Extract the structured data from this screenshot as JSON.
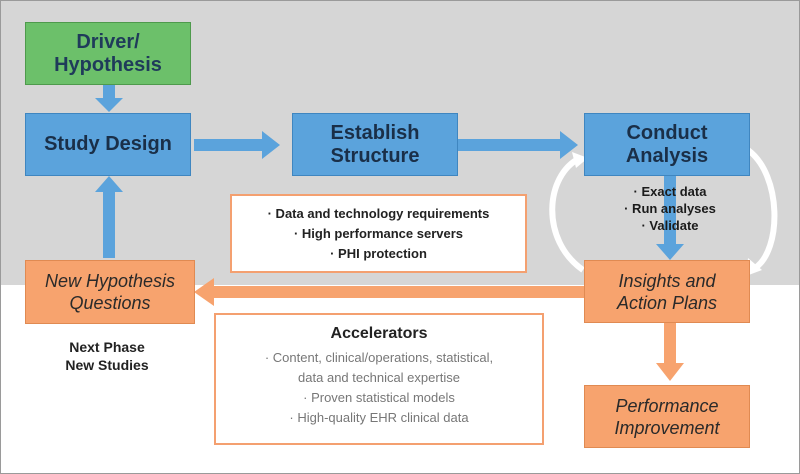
{
  "nodes": {
    "driver": "Driver/\nHypothesis",
    "study_design": "Study Design",
    "establish": "Establish\nStructure",
    "conduct": "Conduct\nAnalysis",
    "insights": "Insights and\nAction Plans",
    "new_hypothesis": "New Hypothesis\nQuestions",
    "performance": "Performance\nImprovement"
  },
  "analysis_steps": [
    "· Exact data",
    "· Run analyses",
    "· Validate"
  ],
  "requirements": [
    "· Data and technology requirements",
    "· High performance servers",
    "· PHI protection"
  ],
  "next_phase": [
    "Next Phase",
    "New Studies"
  ],
  "accelerators": {
    "title": "Accelerators",
    "items": [
      "· Content, clinical/operations, statistical,",
      "data and technical expertise",
      "· Proven statistical models",
      "· High-quality EHR clinical data"
    ]
  },
  "colors": {
    "green": "#6cc06a",
    "blue": "#5ba3dc",
    "orange": "#f7a36e",
    "arrow_blue": "#5ba3dc",
    "arrow_orange": "#f7a36e"
  }
}
